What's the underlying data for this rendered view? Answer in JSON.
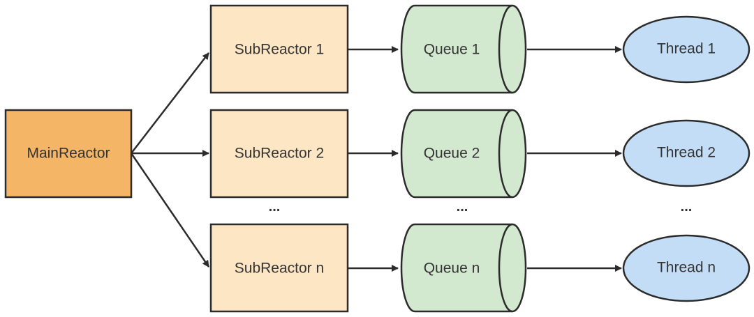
{
  "main_reactor": {
    "label": "MainReactor",
    "fill": "#f4b566",
    "stroke": "#2b2b2b"
  },
  "sub_reactors": [
    {
      "label": "SubReactor 1"
    },
    {
      "label": "SubReactor 2"
    },
    {
      "label": "SubReactor n"
    }
  ],
  "queues": [
    {
      "label": "Queue 1"
    },
    {
      "label": "Queue 2"
    },
    {
      "label": "Queue n"
    }
  ],
  "threads": [
    {
      "label": "Thread 1"
    },
    {
      "label": "Thread 2"
    },
    {
      "label": "Thread n"
    }
  ],
  "ellipsis": [
    "...",
    "...",
    "..."
  ],
  "colors": {
    "sub_reactor_fill": "#fde6c3",
    "queue_fill": "#d2e9cf",
    "thread_fill": "#c4ddf6",
    "stroke": "#2b2b2b",
    "arrow": "#2b2b2b"
  }
}
